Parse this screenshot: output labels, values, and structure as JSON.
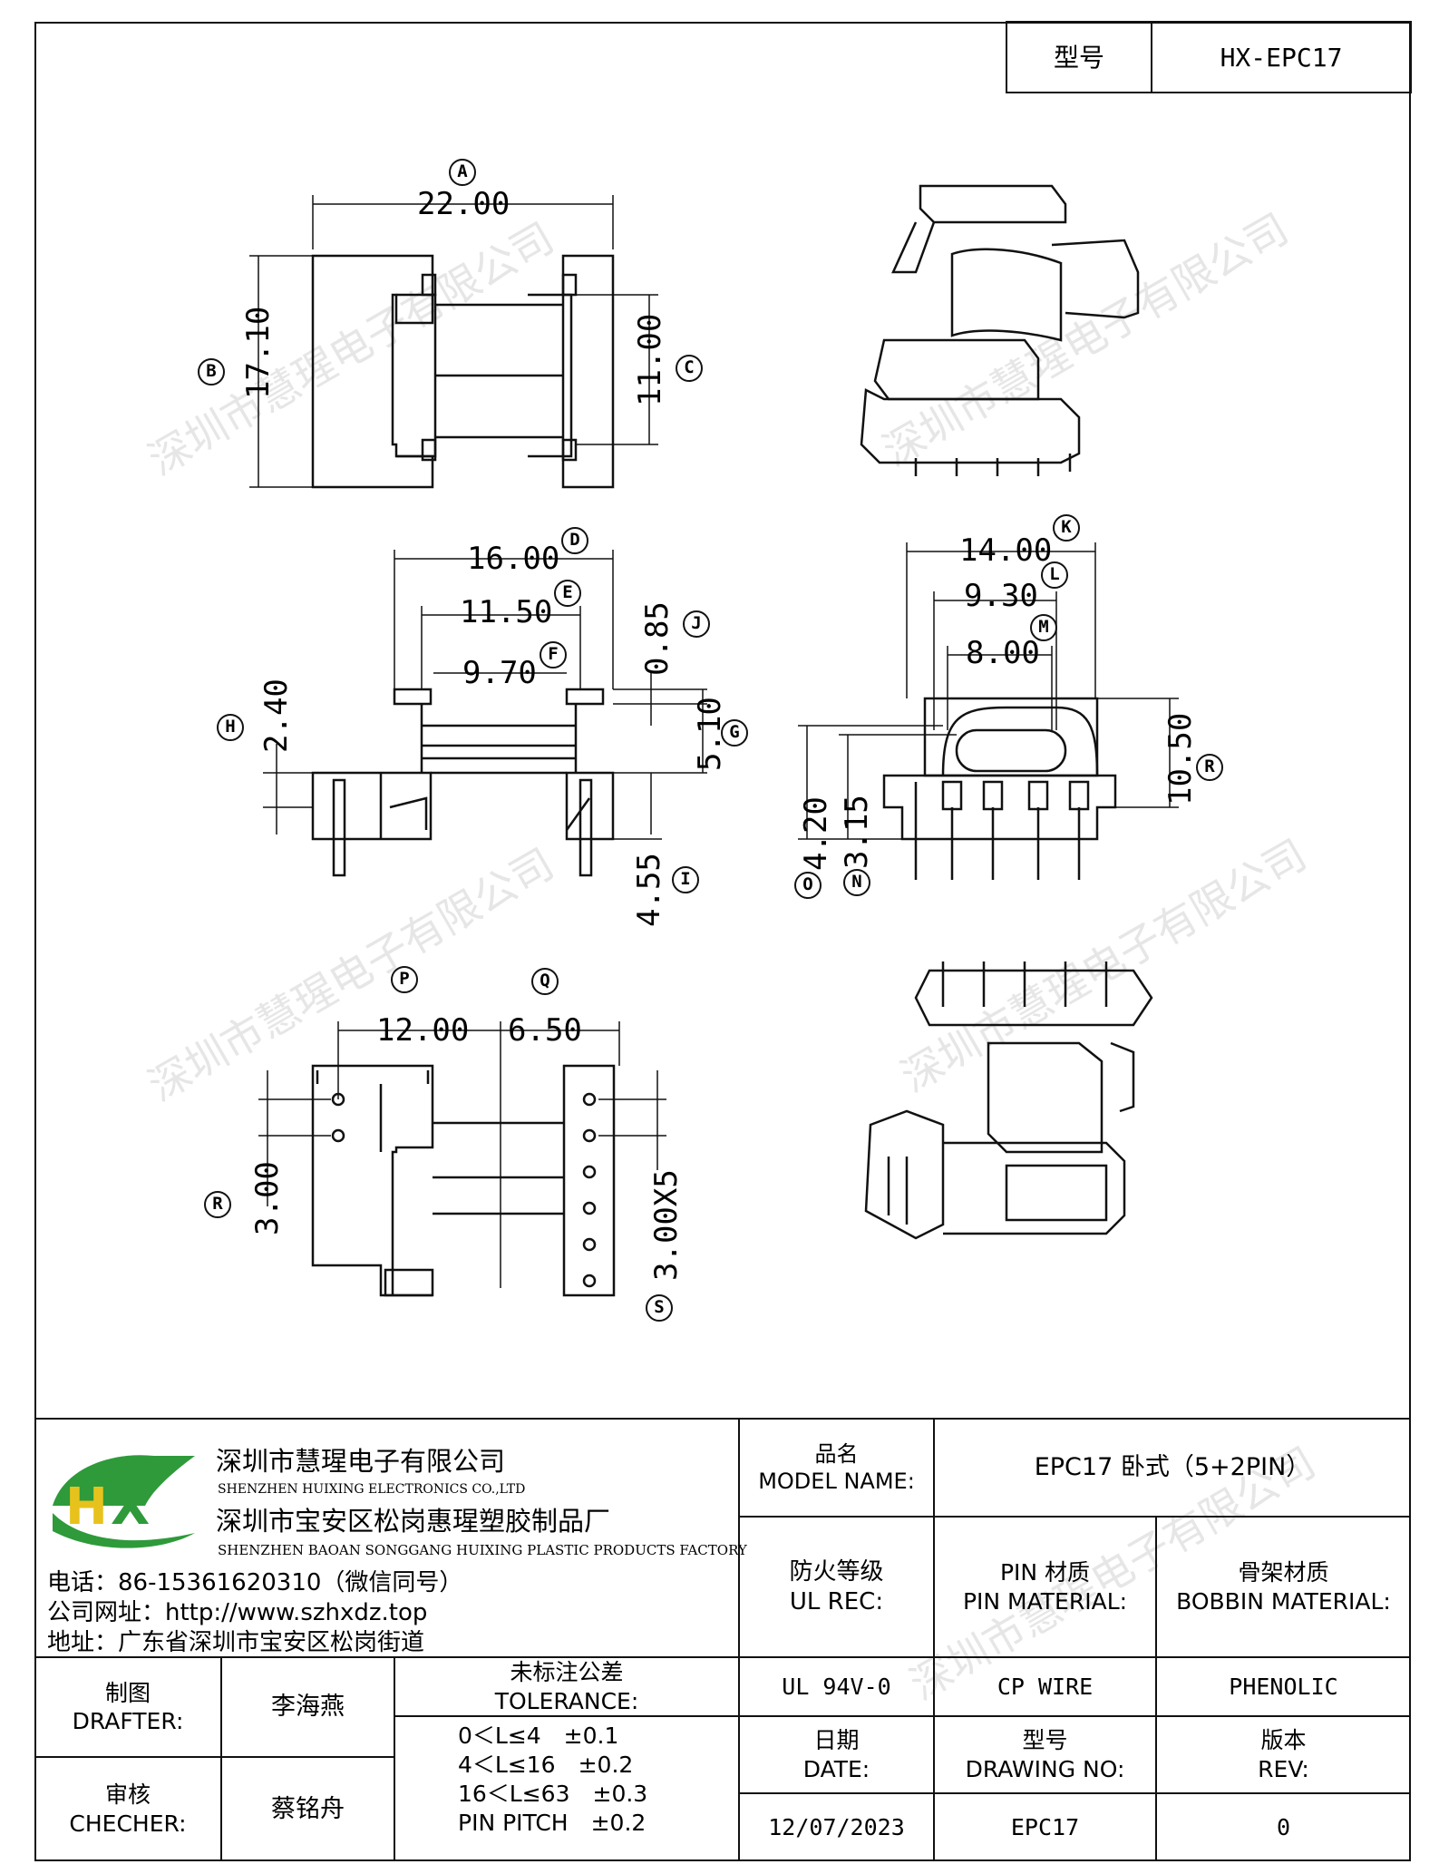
{
  "header": {
    "model_label": "型号",
    "model_value": "HX-EPC17"
  },
  "dimensions": {
    "A": "22.00",
    "B": "17.10",
    "C": "11.00",
    "D": "16.00",
    "E": "11.50",
    "F": "9.70",
    "J": "0.85",
    "H": "2.40",
    "G": "5.10",
    "I": "4.55",
    "K": "14.00",
    "L": "9.30",
    "M": "8.00",
    "R": "10.50",
    "O": "4.20",
    "N": "3.15",
    "P": "12.00",
    "Q": "6.50",
    "R2": "3.00",
    "S": "3.00X5"
  },
  "callouts": {
    "A": "A",
    "B": "B",
    "C": "C",
    "D": "D",
    "E": "E",
    "F": "F",
    "G": "G",
    "H": "H",
    "I": "I",
    "J": "J",
    "K": "K",
    "L": "L",
    "M": "M",
    "N": "N",
    "O": "O",
    "P": "P",
    "Q": "Q",
    "R": "R",
    "S": "S"
  },
  "watermark": "深圳市慧瑆电子有限公司",
  "company": {
    "name1": "深圳市慧瑆电子有限公司",
    "name1_en": "SHENZHEN HUIXING ELECTRONICS CO.,LTD",
    "name2": "深圳市宝安区松岗惠瑆塑胶制品厂",
    "name2_en": "SHENZHEN BAOAN SONGGANG HUIXING PLASTIC PRODUCTS FACTORY",
    "phone": "电话：86-15361620310（微信同号）",
    "website": "公司网址：http://www.szhxdz.top",
    "address": "地址：广东省深圳市宝安区松岗街道",
    "logo_text": "HX"
  },
  "title_block": {
    "model_name_cn": "品名",
    "model_name_en": "MODEL NAME:",
    "model_name_value": "EPC17 卧式（5+2PIN）",
    "ul_rec_cn": "防火等级",
    "ul_rec_en": "UL REC:",
    "pin_mat_cn": "PIN 材质",
    "pin_mat_en": "PIN MATERIAL:",
    "bobbin_mat_cn": "骨架材质",
    "bobbin_mat_en": "BOBBIN MATERIAL:",
    "ul_value": "UL 94V-0",
    "pin_value": "CP WIRE",
    "bobbin_value": "PHENOLIC",
    "drafter_cn": "制图",
    "drafter_en": "DRAFTER:",
    "drafter_name": "李海燕",
    "checker_cn": "审核",
    "checker_en": "CHECHER:",
    "checker_name": "蔡铭舟",
    "tolerance_cn": "未标注公差",
    "tolerance_en": "TOLERANCE:",
    "tolerances": [
      "0＜L≤4　±0.1",
      "4＜L≤16　±0.2",
      "16＜L≤63　±0.3",
      "PIN PITCH　±0.2"
    ],
    "date_cn": "日期",
    "date_en": "DATE:",
    "date_value": "12/07/2023",
    "drawing_no_cn": "型号",
    "drawing_no_en": "DRAWING NO:",
    "drawing_no_value": "EPC17",
    "rev_cn": "版本",
    "rev_en": "REV:",
    "rev_value": "0"
  },
  "colors": {
    "logo_green": "#2e9a3a",
    "logo_yellow": "#e8c21c",
    "line": "#111111"
  }
}
